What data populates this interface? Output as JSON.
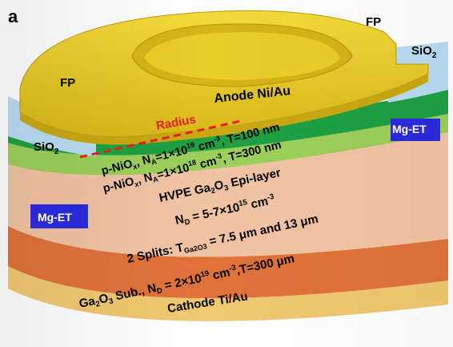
{
  "figure": {
    "panel_letter": "a"
  },
  "labels": {
    "fp_left": "FP",
    "fp_right": "FP",
    "sio2_right": "SiO",
    "sio2_right_sub": "2",
    "sio2_left": "SiO",
    "sio2_left_sub": "2",
    "anode": "Anode Ni/Au",
    "radius": "Radius",
    "mg_et_right": "Mg-ET",
    "mg_et_left": "Mg-ET",
    "pnio_1": {
      "a": "p-NiO",
      "a_sub": "x",
      "b": ", N",
      "b_sub": "A",
      "c": "=1×10",
      "c_sup": "19",
      "d": " cm",
      "d_sup": "-3",
      "e": ", T=100 nm"
    },
    "pnio_2": {
      "a": "p-NiO",
      "a_sub": "x",
      "b": ", N",
      "b_sub": "A",
      "c": "=1×10",
      "c_sup": "18",
      "d": " cm",
      "d_sup": "-3",
      "e": ", T=300 nm"
    },
    "hvpe": {
      "a": "HVPE Ga",
      "a_sub": "2",
      "b": "O",
      "b_sub": "3",
      "c": " Epi-layer"
    },
    "nd": {
      "a": "N",
      "a_sub": "D",
      "b": " = 5-7×10",
      "b_sup": "15",
      "c": " cm",
      "c_sup": "-3"
    },
    "splits": {
      "a": "2 Splits: T",
      "a_sub": "Ga2O3",
      "b": " = 7.5 μm and 13 μm"
    },
    "substrate": {
      "a": "Ga",
      "a_sub": "2",
      "b": "O",
      "b_sub": "3",
      "c": " Sub., N",
      "c_sub": "D",
      "d": " = 2×10",
      "d_sup": "19",
      "e": " cm",
      "e_sup": "-3",
      "f": ",T=300 μm"
    },
    "cathode": "Cathode Ti/Au"
  },
  "colors": {
    "anode_gold": "#e6c81e",
    "anode_gold_dark": "#b89a10",
    "sio2_blue": "#b9dcf2",
    "pnio_dark_green": "#1ea043",
    "pnio_light_green": "#9ccf5a",
    "epi_peach": "#f0c3a3",
    "mg_et_blue": "#2a2ad8",
    "substrate_orange": "#e0733a",
    "cathode_tan": "#f0c870",
    "radius_red": "#e61e1e"
  }
}
